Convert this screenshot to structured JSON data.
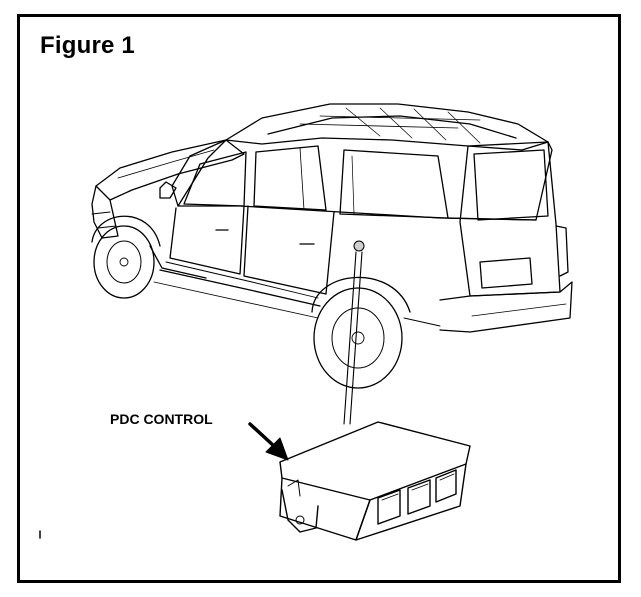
{
  "figure": {
    "title": "Figure 1"
  },
  "callout": {
    "label": "PDC CONTROL"
  },
  "colors": {
    "line": "#000000",
    "background": "#ffffff",
    "shade": "#cfcfcf"
  },
  "illustration": {
    "subject": "vehicle-line-drawing",
    "component": "pdc-control-module"
  }
}
